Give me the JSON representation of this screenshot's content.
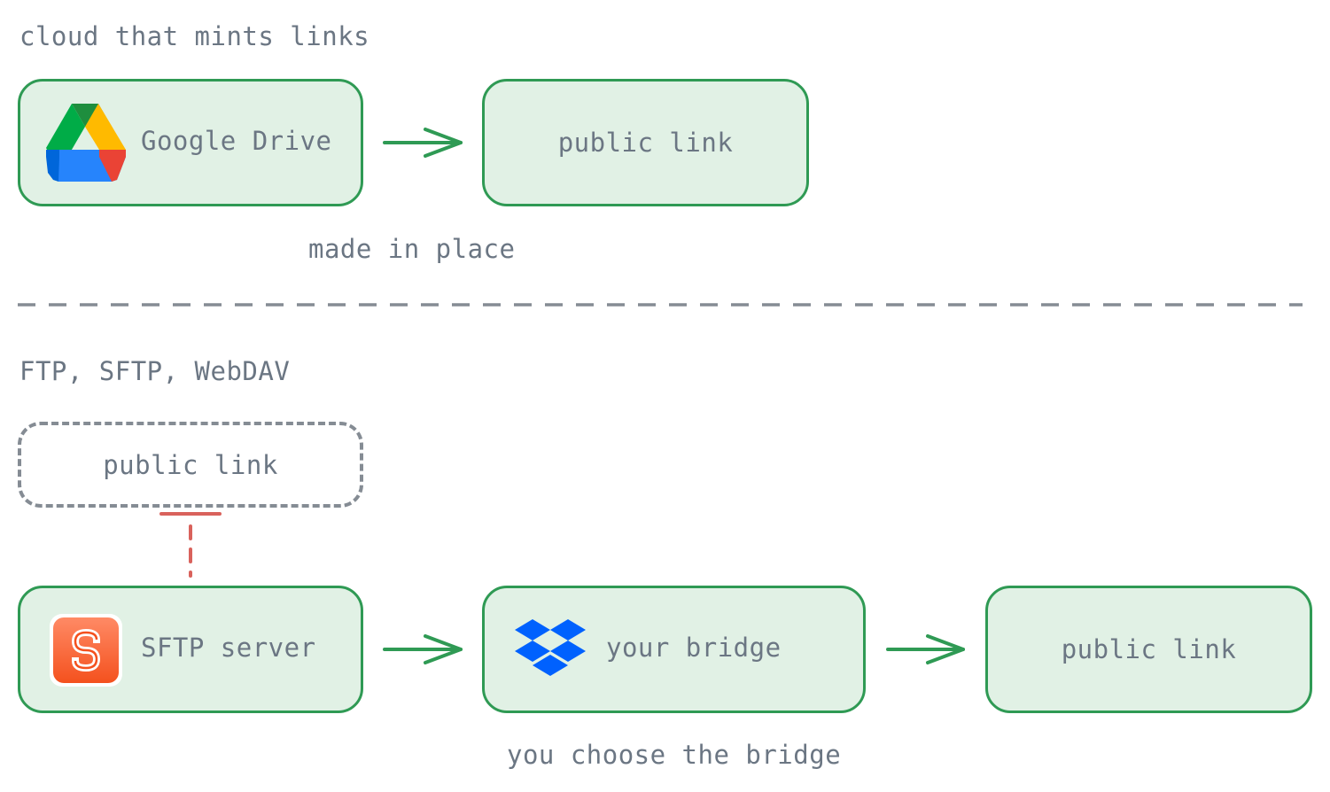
{
  "top": {
    "section_title": "cloud that mints links",
    "source": {
      "label": "Google Drive",
      "icon": "google-drive-icon"
    },
    "target": {
      "label": "public link"
    },
    "caption": "made in place"
  },
  "bottom": {
    "section_title": "FTP, SFTP, WebDAV",
    "blocked": {
      "label": "public link"
    },
    "source": {
      "label": "SFTP server",
      "icon": "sftp-app-icon"
    },
    "bridge": {
      "label": "your bridge",
      "icon": "dropbox-icon"
    },
    "target": {
      "label": "public link"
    },
    "caption": "you choose the bridge"
  },
  "colors": {
    "box_fill": "#e1f1e5",
    "box_border": "#2f9a54",
    "arrow": "#2f9a54",
    "text": "#6b7683",
    "divider": "#858c94",
    "blocked_connector": "#d9625c"
  }
}
